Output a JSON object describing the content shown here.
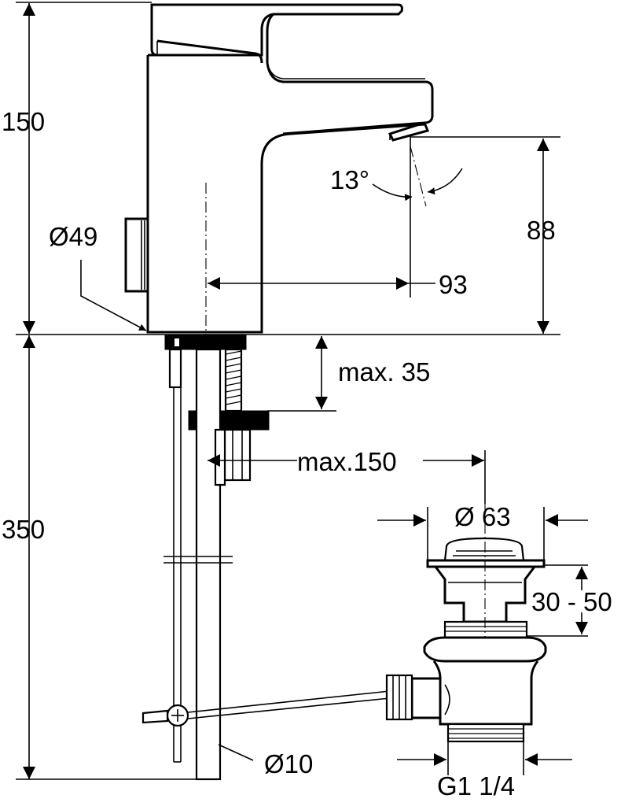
{
  "dimensions": {
    "height_top": "150",
    "diameter_body": "Ø49",
    "height_spout": "88",
    "angle": "13°",
    "reach": "93",
    "max_thickness": "max. 35",
    "height_bottom": "350",
    "max_tail": "max.150",
    "diameter_waste": "Ø 63",
    "waste_height": "30 - 50",
    "rod_diameter": "Ø10",
    "thread": "G1 1/4"
  },
  "colors": {
    "line": "#000000",
    "background": "#ffffff"
  }
}
